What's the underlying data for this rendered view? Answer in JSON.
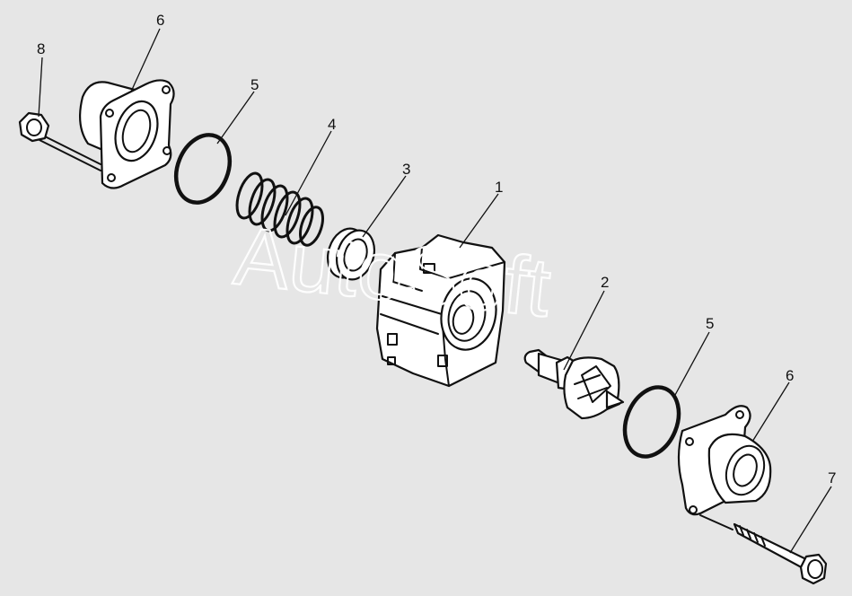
{
  "diagram": {
    "watermark": "AutoSoft",
    "callouts": [
      {
        "id": "callout-8a",
        "text": "8"
      },
      {
        "id": "callout-6a",
        "text": "6"
      },
      {
        "id": "callout-5a",
        "text": "5"
      },
      {
        "id": "callout-4",
        "text": "4"
      },
      {
        "id": "callout-3",
        "text": "3"
      },
      {
        "id": "callout-1",
        "text": "1"
      },
      {
        "id": "callout-2",
        "text": "2"
      },
      {
        "id": "callout-5b",
        "text": "5"
      },
      {
        "id": "callout-6b",
        "text": "6"
      },
      {
        "id": "callout-7",
        "text": "7"
      }
    ]
  }
}
